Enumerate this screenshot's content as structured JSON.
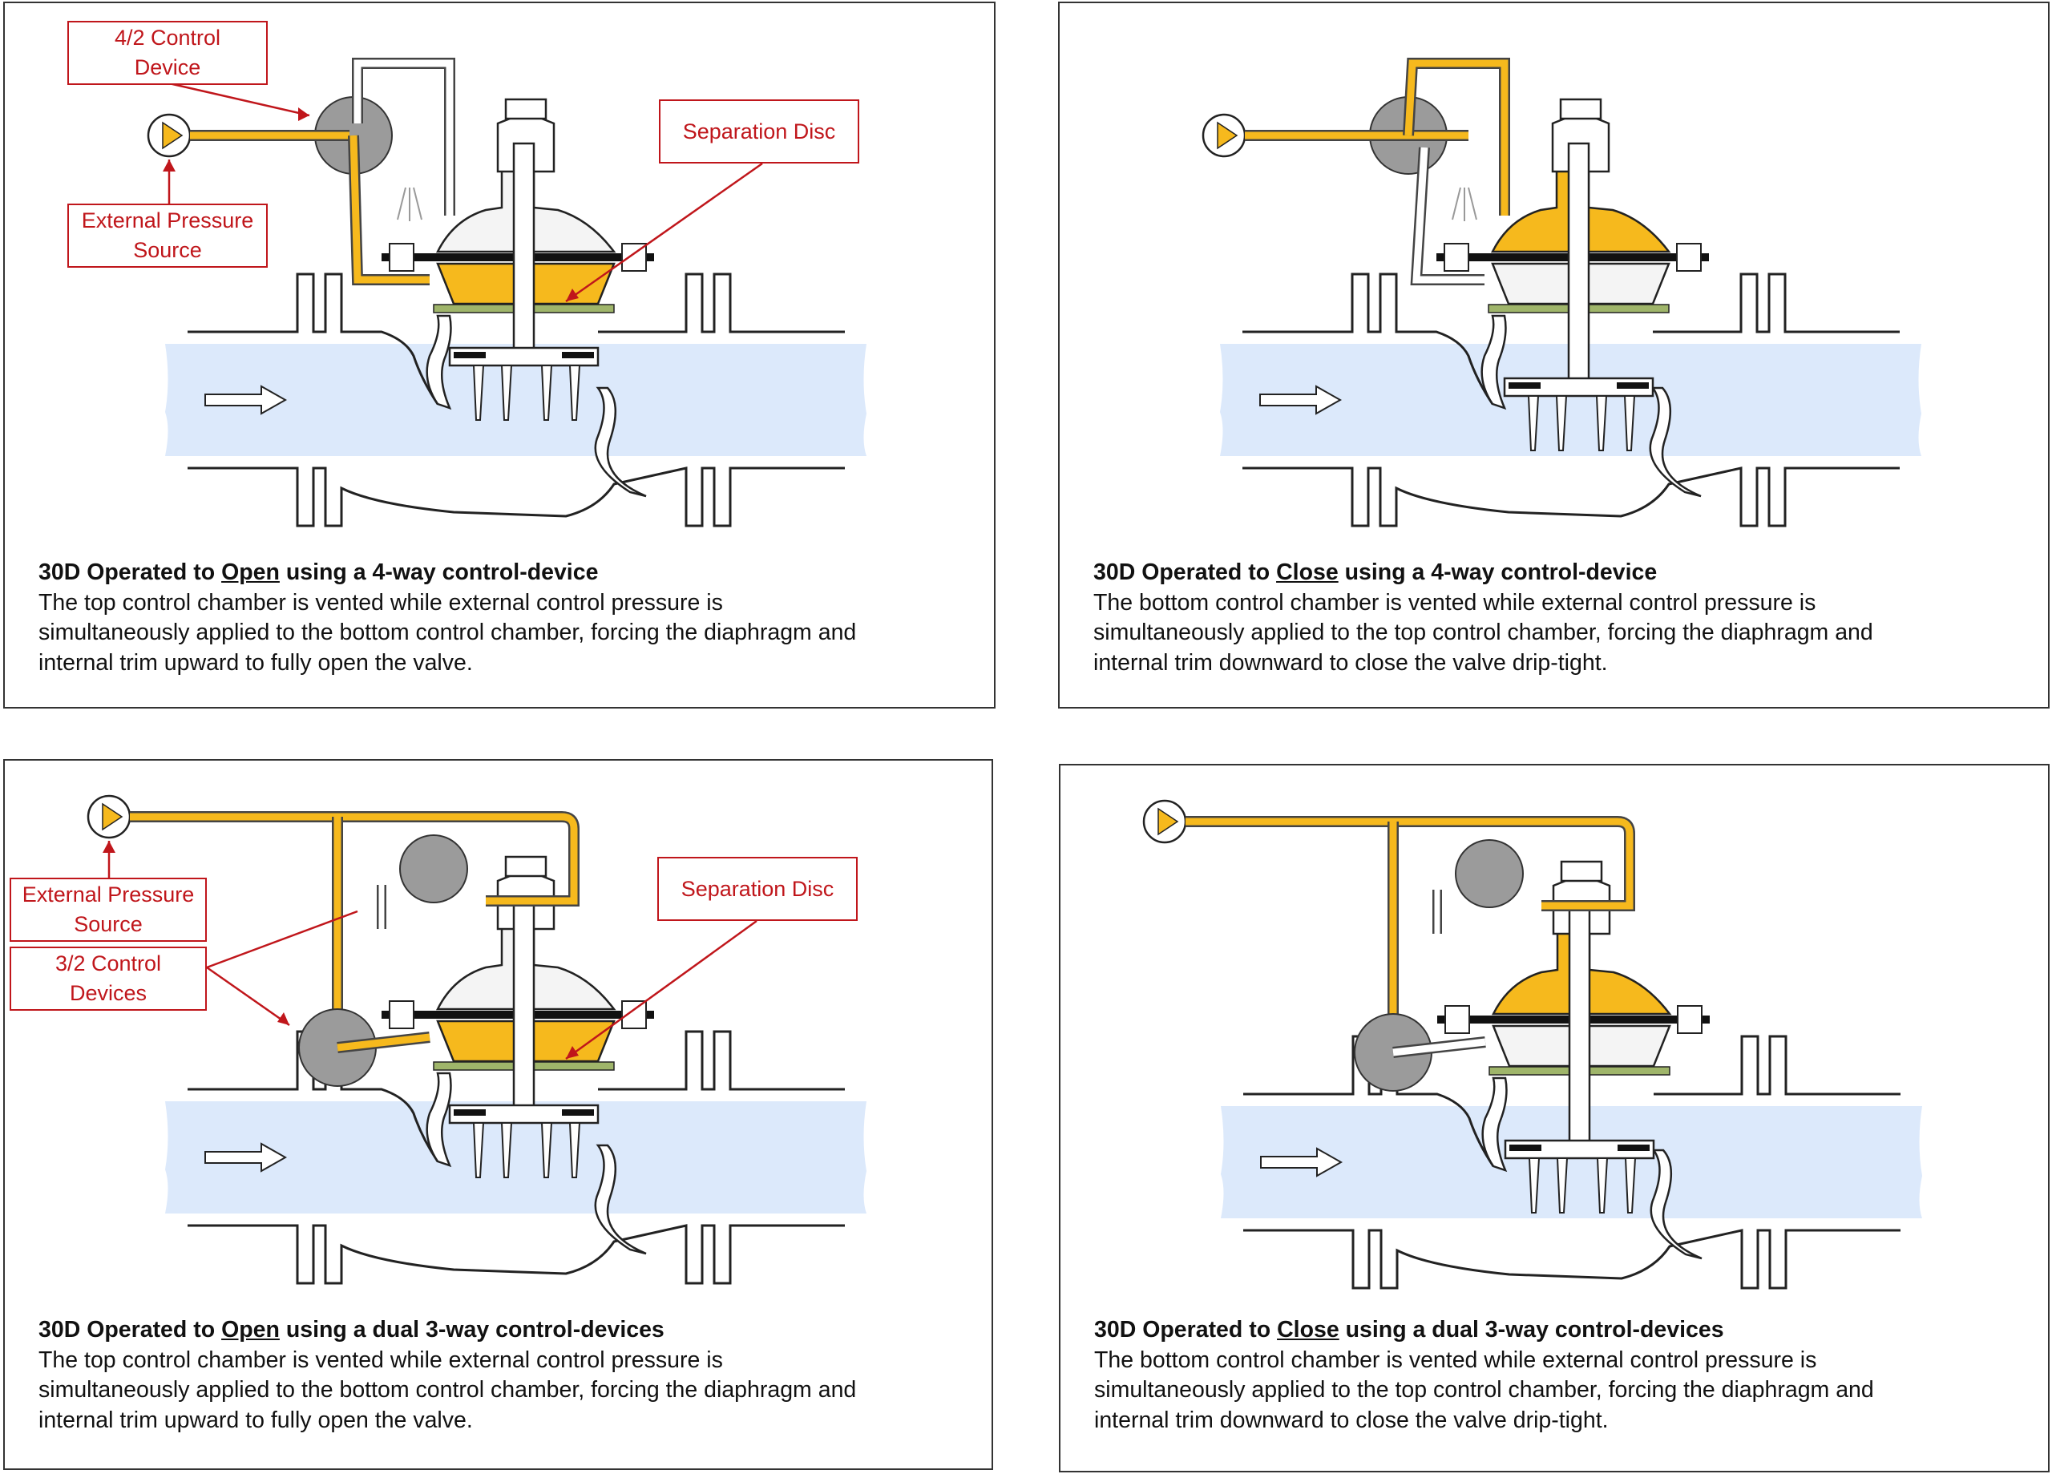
{
  "colors": {
    "fluid": "#dce9fb",
    "control_pressure": "#f6b91d",
    "callout": "#c0161b",
    "separation_disc": "#9fb56a",
    "control_device": "#9b9b9b"
  },
  "panels": [
    {
      "mode": "open",
      "device": "four_way",
      "title_prefix": "30D Operated to ",
      "title_keyword": "Open",
      "title_suffix": " using a 4-way control-device",
      "lines": [
        "The top control chamber is vented while external control pressure is",
        "simultaneously applied to the bottom control chamber, forcing the diaphragm and",
        "internal trim upward to fully open the valve."
      ],
      "callouts": [
        "4/2 Control Device",
        "Separation Disc",
        "External Pressure Source"
      ]
    },
    {
      "mode": "close",
      "device": "four_way",
      "title_prefix": "30D Operated to ",
      "title_keyword": "Close",
      "title_suffix": " using a 4-way control-device",
      "lines": [
        "The bottom control chamber is vented while external control pressure is",
        "simultaneously applied to the top control chamber, forcing the diaphragm and",
        "internal trim downward to close the valve drip-tight."
      ],
      "callouts": []
    },
    {
      "mode": "open",
      "device": "dual_three_way",
      "title_prefix": "30D Operated to ",
      "title_keyword": "Open",
      "title_suffix": " using a dual 3-way control-devices",
      "lines": [
        "The top control chamber is vented while external control pressure is",
        "simultaneously applied to the bottom control chamber, forcing the diaphragm and",
        "internal trim upward to fully open the valve."
      ],
      "callouts": [
        "External Pressure Source",
        "3/2 Control Devices",
        "Separation Disc"
      ]
    },
    {
      "mode": "close",
      "device": "dual_three_way",
      "title_prefix": "30D Operated to ",
      "title_keyword": "Close",
      "title_suffix": " using a dual 3-way control-devices",
      "lines": [
        "The bottom control chamber is vented while external control pressure is",
        "simultaneously applied to the top control chamber, forcing the diaphragm and",
        "internal trim downward to close the valve drip-tight."
      ],
      "callouts": []
    }
  ]
}
